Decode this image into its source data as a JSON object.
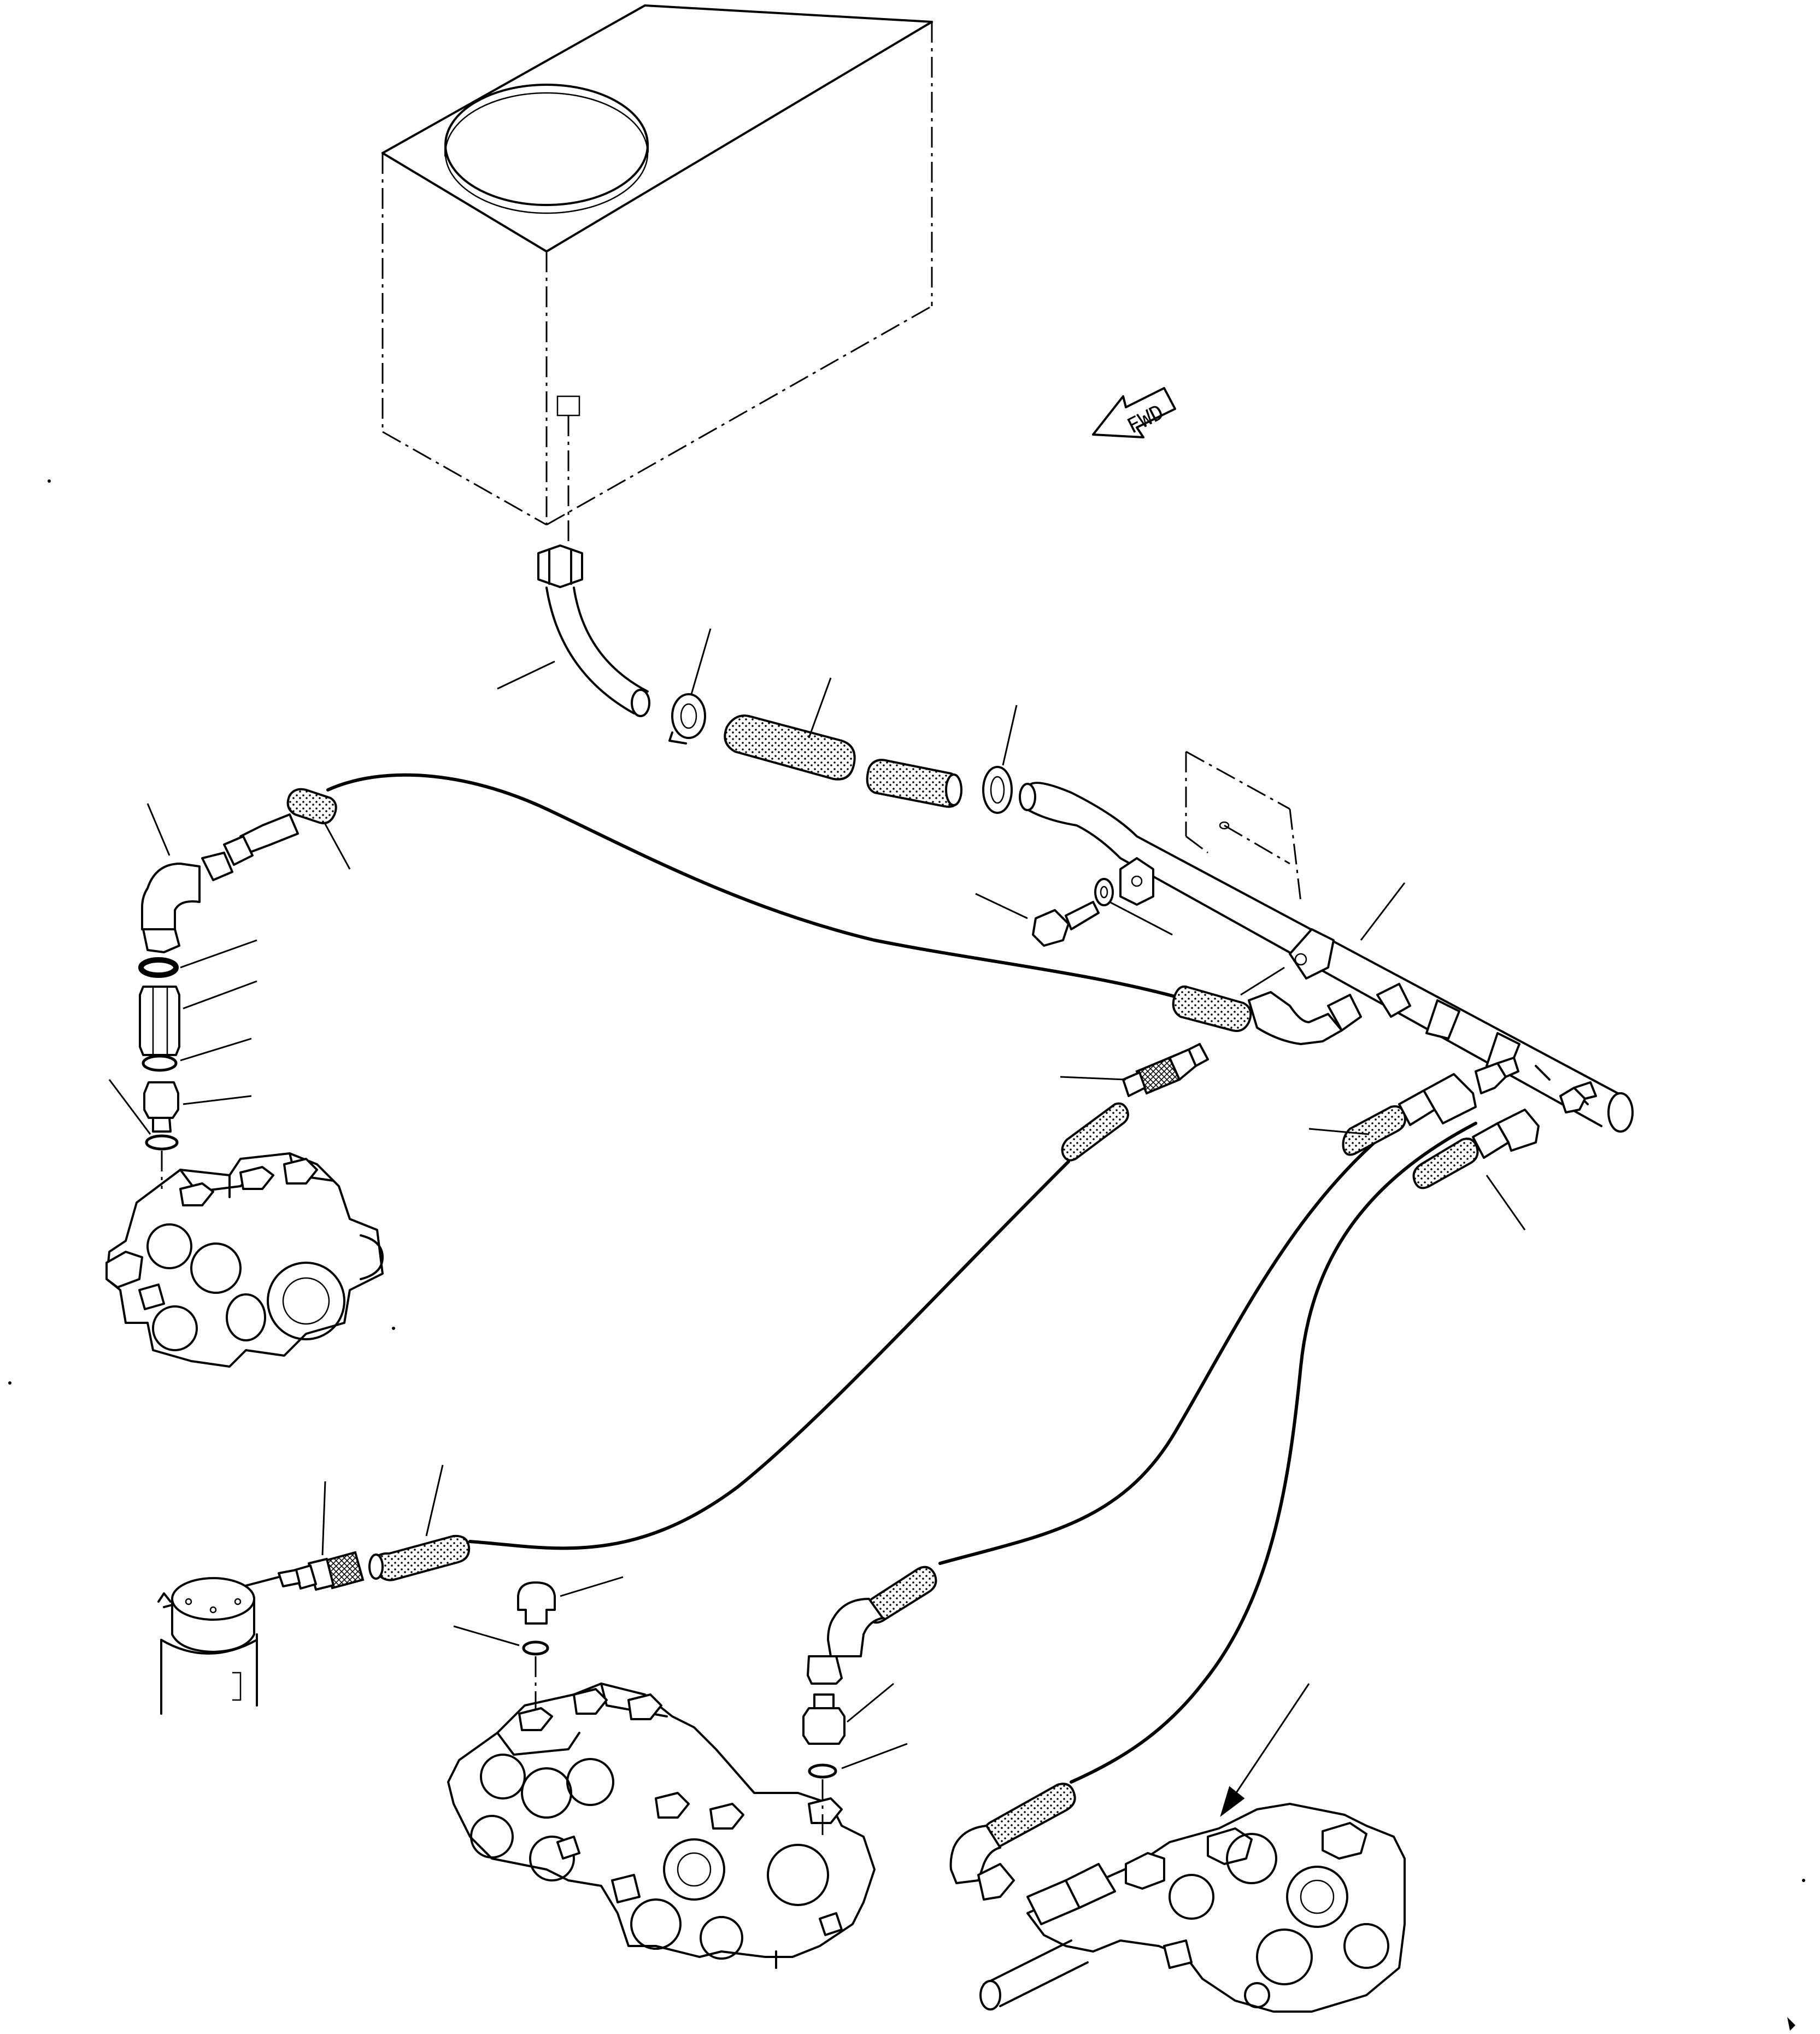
{
  "figure": {
    "direction_label": "FWD",
    "icons": [
      "tank",
      "return-line",
      "hose-clamp",
      "hose",
      "return-manifold-pipe",
      "mounting-bracket",
      "bolt",
      "washer",
      "elbow-fitting",
      "adapter",
      "o-ring",
      "quick-coupler",
      "control-valve",
      "cylinder",
      "plug",
      "direction-arrow"
    ]
  }
}
